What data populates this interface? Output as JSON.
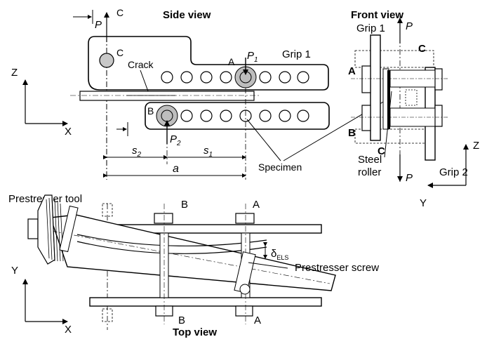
{
  "side_view": {
    "title": "Side view",
    "label_c_top": "C",
    "label_p_top": "P",
    "label_c_pin": "C",
    "label_crack": "Crack",
    "label_a": "A",
    "label_p1_main": "P",
    "label_p1_sub": "1",
    "label_grip1": "Grip 1",
    "label_b": "B",
    "label_p2_main": "P",
    "label_p2_sub": "2",
    "label_s2_main": "s",
    "label_s2_sub": "2",
    "label_s1_main": "s",
    "label_s1_sub": "1",
    "label_a_dim": "a",
    "label_specimen": "Specimen",
    "axis_z": "Z",
    "axis_x": "X"
  },
  "front_view": {
    "title": "Front view",
    "label_grip1": "Grip 1",
    "label_p_top": "P",
    "label_c_top": "C",
    "label_a": "A",
    "label_b": "B",
    "label_c_bottom": "C",
    "label_steel": "Steel",
    "label_roller": "roller",
    "label_p_bottom": "P",
    "label_grip2": "Grip 2",
    "axis_z": "Z",
    "axis_y": "Y"
  },
  "top_view": {
    "title": "Top view",
    "label_prestresser_tool": "Prestresser tool",
    "label_b_top": "B",
    "label_a_top": "A",
    "label_delta_main": "δ",
    "label_delta_sub": "ELS",
    "label_prestresser_screw": "Prestresser screw",
    "label_b_bottom": "B",
    "label_a_bottom": "A",
    "axis_y": "Y",
    "axis_x": "X"
  },
  "colors": {
    "line": "#000000",
    "pin_fill": "#c8c8c8",
    "roller_fill": "#bdbdbd"
  }
}
